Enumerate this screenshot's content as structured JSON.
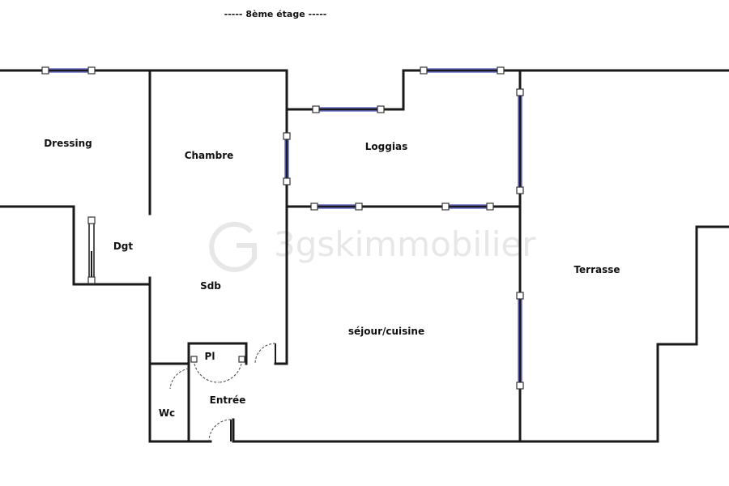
{
  "header": {
    "floor_label": "-----  8ème étage  -----"
  },
  "watermark": {
    "text": "3gskimmobilier"
  },
  "rooms": {
    "dressing": "Dressing",
    "chambre": "Chambre",
    "loggias": "Loggias",
    "dgt": "Dgt",
    "sdb": "Sdb",
    "terrasse": "Terrasse",
    "sejour": "séjour/cuisine",
    "pl": "Pl",
    "entree": "Entrée",
    "wc": "Wc"
  },
  "colors": {
    "wall": "#1a1a1a",
    "window": "#6b6bc8",
    "watermark": "#d4d4d4"
  }
}
